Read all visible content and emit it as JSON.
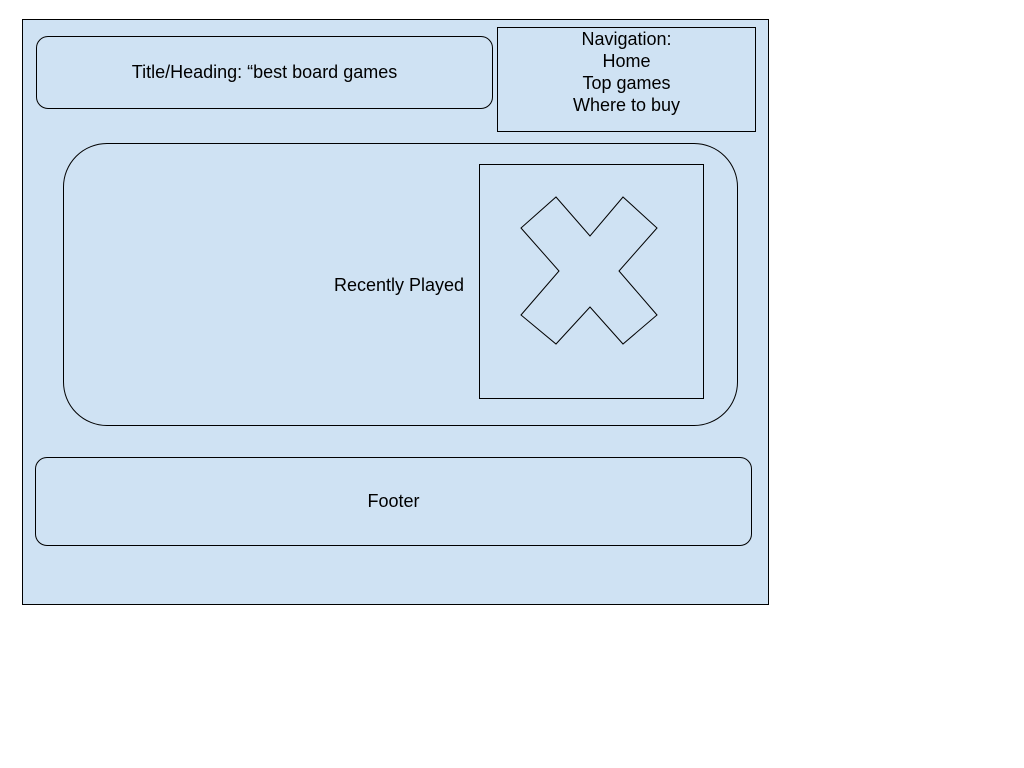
{
  "header": {
    "title": "Title/Heading: “best board games"
  },
  "navigation": {
    "heading": "Navigation:",
    "items": [
      "Home",
      "Top games",
      "Where to buy"
    ]
  },
  "main": {
    "label": "Recently Played",
    "image_icon": "x-placeholder-icon"
  },
  "footer": {
    "label": "Footer"
  },
  "colors": {
    "background": "#cfe2f3",
    "stroke": "#000000"
  }
}
